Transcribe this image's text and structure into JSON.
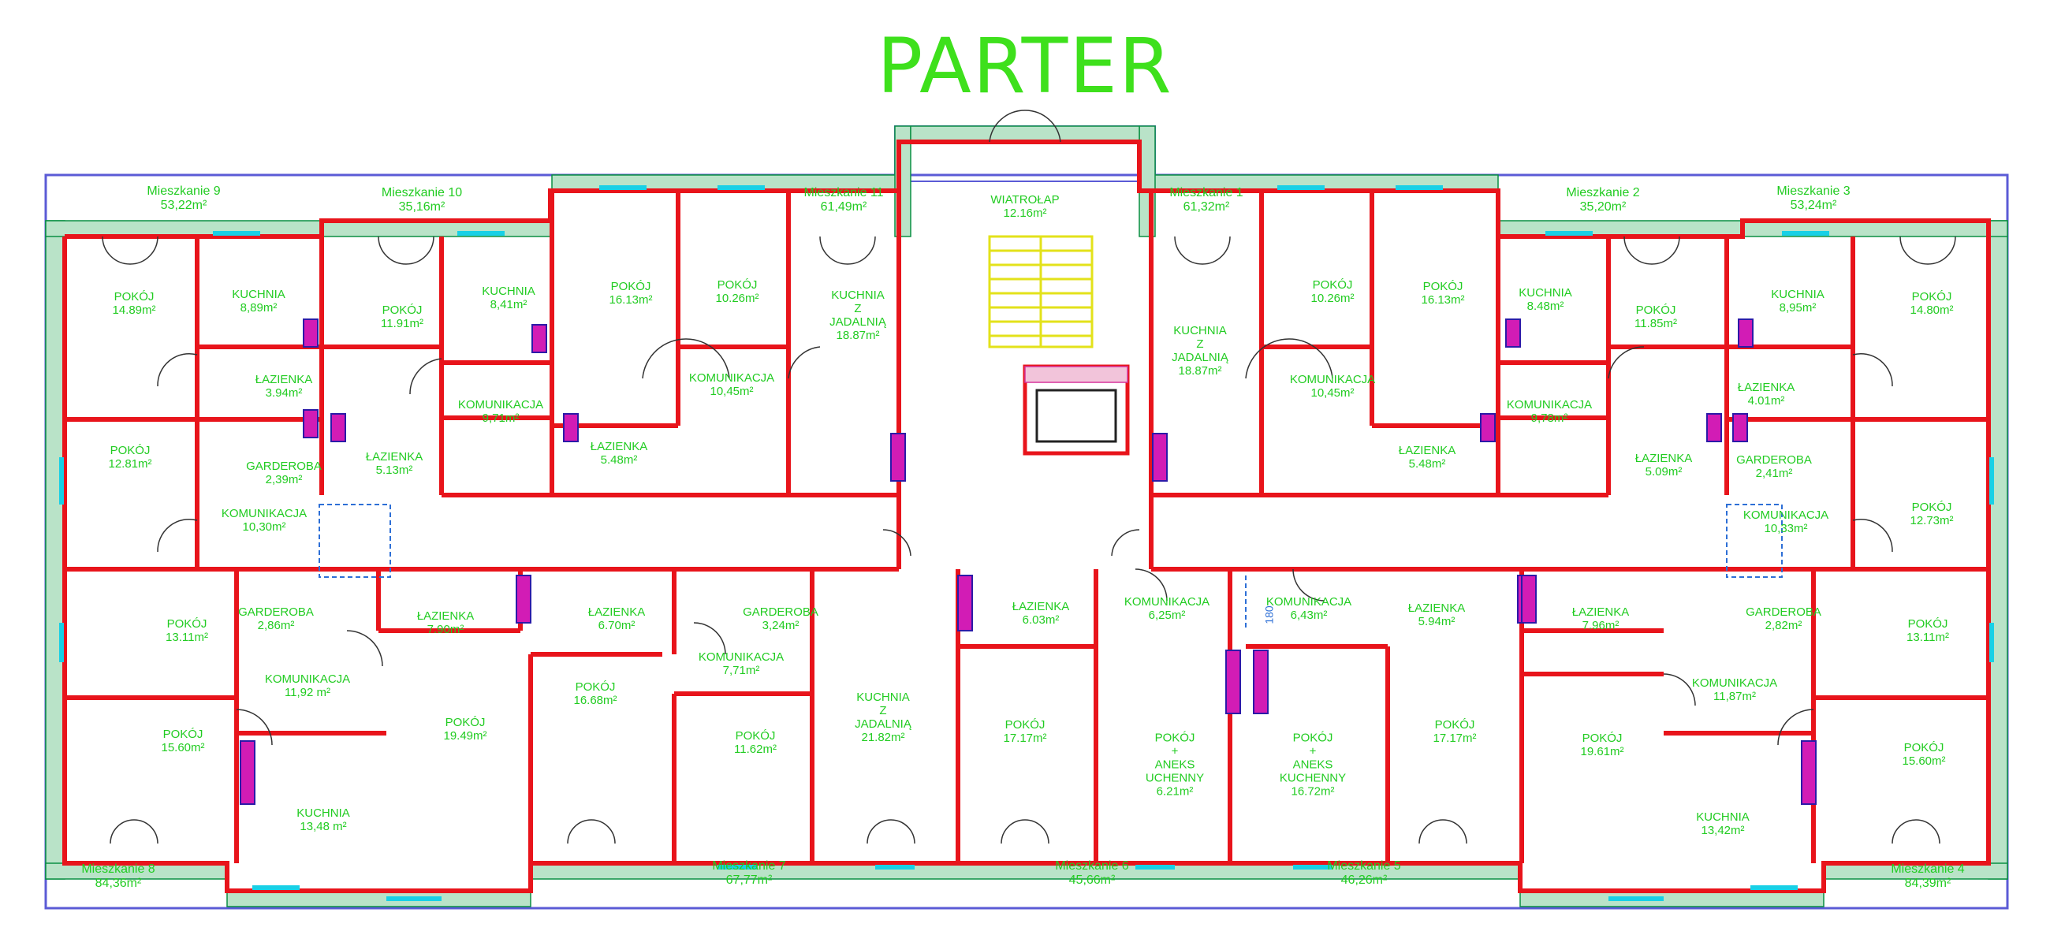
{
  "title": "PARTER",
  "apartments": [
    {
      "id": "apt9",
      "name": "Mieszkanie  9",
      "area": "53,22m²"
    },
    {
      "id": "apt10",
      "name": "Mieszkanie  10",
      "area": "35,16m²"
    },
    {
      "id": "apt11",
      "name": "Mieszkanie  11",
      "area": "61,49m²"
    },
    {
      "id": "apt1",
      "name": "Mieszkanie  1",
      "area": "61,32m²"
    },
    {
      "id": "apt2",
      "name": "Mieszkanie  2",
      "area": "35,20m²"
    },
    {
      "id": "apt3",
      "name": "Mieszkanie  3",
      "area": "53,24m²"
    },
    {
      "id": "apt8",
      "name": "Mieszkanie  8",
      "area": "84,36m²"
    },
    {
      "id": "apt7",
      "name": "Mieszkanie  7",
      "area": "67,77m²"
    },
    {
      "id": "apt6",
      "name": "Mieszkanie  6",
      "area": "45,66m²"
    },
    {
      "id": "apt5",
      "name": "Mieszkanie  5",
      "area": "46,26m²"
    },
    {
      "id": "apt4",
      "name": "Mieszkanie  4",
      "area": "84,39m²"
    }
  ],
  "rooms": [
    {
      "id": "r1",
      "name": "WIATROŁAP",
      "area": "12.16m²"
    },
    {
      "id": "r2",
      "name": "POKÓJ",
      "area": "14.89m²"
    },
    {
      "id": "r3",
      "name": "KUCHNIA",
      "area": "8,89m²"
    },
    {
      "id": "r4",
      "name": "ŁAZIENKA",
      "area": "3.94m²"
    },
    {
      "id": "r5",
      "name": "POKÓJ",
      "area": "12.81m²"
    },
    {
      "id": "r6",
      "name": "GARDEROBA",
      "area": "2,39m²"
    },
    {
      "id": "r7",
      "name": "KOMUNIKACJA",
      "area": "10,30m²"
    },
    {
      "id": "r8",
      "name": "POKÓJ",
      "area": "11.91m²"
    },
    {
      "id": "r9",
      "name": "KUCHNIA",
      "area": "8,41m²"
    },
    {
      "id": "r10",
      "name": "KOMUNIKACJA",
      "area": "9,71m²"
    },
    {
      "id": "r11",
      "name": "ŁAZIENKA",
      "area": "5.13m²"
    },
    {
      "id": "r12",
      "name": "POKÓJ",
      "area": "16.13m²"
    },
    {
      "id": "r13",
      "name": "POKÓJ",
      "area": "10.26m²"
    },
    {
      "id": "r14",
      "name": "KOMUNIKACJA",
      "area": "10,45m²"
    },
    {
      "id": "r15",
      "name": "ŁAZIENKA",
      "area": "5.48m²"
    },
    {
      "id": "r16",
      "name": "KUCHNIA\nZ\nJADALNIĄ",
      "area": "18.87m²"
    },
    {
      "id": "r17",
      "name": "KUCHNIA\nZ\nJADALNIĄ",
      "area": "18.87m²"
    },
    {
      "id": "r18",
      "name": "POKÓJ",
      "area": "10.26m²"
    },
    {
      "id": "r19",
      "name": "POKÓJ",
      "area": "16.13m²"
    },
    {
      "id": "r20",
      "name": "KOMUNIKACJA",
      "area": "10,45m²"
    },
    {
      "id": "r21",
      "name": "ŁAZIENKA",
      "area": "5.48m²"
    },
    {
      "id": "r22",
      "name": "KUCHNIA",
      "area": "8.48m²"
    },
    {
      "id": "r23",
      "name": "POKÓJ",
      "area": "11.85m²"
    },
    {
      "id": "r24",
      "name": "KOMUNIKACJA",
      "area": "9,78m²"
    },
    {
      "id": "r25",
      "name": "ŁAZIENKA",
      "area": "5.09m²"
    },
    {
      "id": "r26",
      "name": "KUCHNIA",
      "area": "8,95m²"
    },
    {
      "id": "r27",
      "name": "POKÓJ",
      "area": "14.80m²"
    },
    {
      "id": "r28",
      "name": "ŁAZIENKA",
      "area": "4.01m²"
    },
    {
      "id": "r29",
      "name": "GARDEROBA",
      "area": "2,41m²"
    },
    {
      "id": "r30",
      "name": "KOMUNIKACJA",
      "area": "10,33m²"
    },
    {
      "id": "r31",
      "name": "POKÓJ",
      "area": "12.73m²"
    },
    {
      "id": "r32",
      "name": "POKÓJ",
      "area": "13.11m²"
    },
    {
      "id": "r33",
      "name": "GARDEROBA",
      "area": "2,86m²"
    },
    {
      "id": "r34",
      "name": "KOMUNIKACJA",
      "area": "11,92  m²"
    },
    {
      "id": "r35",
      "name": "ŁAZIENKA",
      "area": "7.90m²"
    },
    {
      "id": "r36",
      "name": "POKÓJ",
      "area": "15.60m²"
    },
    {
      "id": "r37",
      "name": "POKÓJ",
      "area": "19.49m²"
    },
    {
      "id": "r38",
      "name": "KUCHNIA",
      "area": "13,48  m²"
    },
    {
      "id": "r39",
      "name": "ŁAZIENKA",
      "area": "6.70m²"
    },
    {
      "id": "r40",
      "name": "GARDEROBA",
      "area": "3,24m²"
    },
    {
      "id": "r41",
      "name": "KOMUNIKACJA",
      "area": "7,71m²"
    },
    {
      "id": "r42",
      "name": "POKÓJ",
      "area": "16.68m²"
    },
    {
      "id": "r43",
      "name": "POKÓJ",
      "area": "11.62m²"
    },
    {
      "id": "r44",
      "name": "KUCHNIA\nZ\nJADALNIĄ",
      "area": "21.82m²"
    },
    {
      "id": "r45",
      "name": "ŁAZIENKA",
      "area": "6.03m²"
    },
    {
      "id": "r46",
      "name": "KOMUNIKACJA",
      "area": "6,25m²"
    },
    {
      "id": "r47",
      "name": "POKÓJ",
      "area": "17.17m²"
    },
    {
      "id": "r48",
      "name": "POKÓJ\n+\nANEKS\nUCHENNY",
      "area": "6.21m²"
    },
    {
      "id": "r49",
      "name": "KOMUNIKACJA",
      "area": "6,43m²"
    },
    {
      "id": "r50",
      "name": "ŁAZIENKA",
      "area": "5.94m²"
    },
    {
      "id": "r51",
      "name": "POKÓJ\n+\nANEKS\nKUCHENNY",
      "area": "16.72m²"
    },
    {
      "id": "r52",
      "name": "POKÓJ",
      "area": "17.17m²"
    },
    {
      "id": "r53",
      "name": "ŁAZIENKA",
      "area": "7.96m²"
    },
    {
      "id": "r54",
      "name": "GARDEROBA",
      "area": "2,82m²"
    },
    {
      "id": "r55",
      "name": "KOMUNIKACJA",
      "area": "11,87m²"
    },
    {
      "id": "r56",
      "name": "POKÓJ",
      "area": "13.11m²"
    },
    {
      "id": "r57",
      "name": "POKÓJ",
      "area": "19.61m²"
    },
    {
      "id": "r58",
      "name": "KUCHNIA",
      "area": "13,42m²"
    },
    {
      "id": "r59",
      "name": "POKÓJ",
      "area": "15.60m²"
    }
  ],
  "dimension": "180",
  "colors": {
    "wall": "#e8141b",
    "insulation": "#b9e3c8",
    "label": "#22cc22",
    "title": "#3ee01c",
    "outline": "#5b5bd6",
    "window": "#18d0e6",
    "stairs": "#e3e21a"
  }
}
